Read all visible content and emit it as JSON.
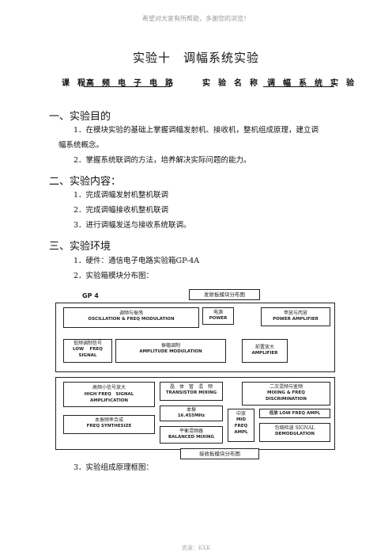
{
  "header": {
    "note": "希望对大家有所帮助，多谢您的浏览！"
  },
  "title": "实验十　调幅系统实验",
  "course_line": {
    "course_label": "课　程",
    "course_value": "高　频　电　子　电　路",
    "name_label": "实　验　名　称",
    "name_value": "调　幅　系　统　实　验"
  },
  "sections": {
    "purpose": {
      "heading": "一、实验目的",
      "items": [
        "1．在模块实验的基础上掌握调幅发射机、接收机，整机组成原理，建立调",
        "幅系统概念。",
        "2．掌握系统联调的方法，培养解决实际问题的能力。"
      ]
    },
    "content": {
      "heading": "二、实验内容：",
      "items": [
        "1．完成调幅发射机整机联调",
        "2．完成调幅接收机整机联调",
        "3．进行调幅发送与接收系统联调。"
      ]
    },
    "env": {
      "heading": "三、实验环境",
      "items": [
        "1．硬件：通信电子电路实验箱GP-4A",
        "2．实验箱模块分布图："
      ],
      "item3": "3．实验组成原理框图："
    }
  },
  "diagram": {
    "gp4_label": "GP 4",
    "tx_title": "发射板模块分布图",
    "rx_title": "接收板模块分布图",
    "tx": {
      "osc_cn": "调频与振荡",
      "osc_en": "OSCILLATION & FREQ MODULATION",
      "power_cn": "电源",
      "power_en": "POWER",
      "pa_cn": "甲放与丙放",
      "pa_en": "POWER AMPLIFIER",
      "lf_cn": "低频调制信号",
      "lf_en1": "LOW　 FREQ",
      "lf_en2": "SIGNAL",
      "am_cn": "振幅调制",
      "am_en": "AMPLITUDE MODULATION",
      "pre_cn": "前置放大",
      "pre_en": "AMPLIFIER"
    },
    "rx": {
      "hf_cn": "高频小信号放大",
      "hf_en1": "HIGH FREQ　SIGNAL",
      "hf_en2": "AMPLIFICATION",
      "tr_cn": "晶　体　管　混　频",
      "tr_en": "TRANSISTOR MIXING",
      "mix_cn": "二次混频与鉴频",
      "mix_en1": "MIXING & FREQ",
      "mix_en2": "DISCRIMINATION",
      "fs_cn": "本振频率合成",
      "fs_en": "FREQ SYNTHESIZE",
      "lo_cn": "本振",
      "lo_en": "16.455MHz",
      "if_cn": "中放",
      "if_en1": "MID",
      "if_en2": "FREQ",
      "if_en3": "AMPL",
      "lowamp": "低放 LOW FREQ AMPL",
      "env_cn": "包络检波 SIGNAL",
      "env_en": "DEMODULATION",
      "bal_cn": "平衡混频器",
      "bal_en": "BALANCED MIXING"
    }
  },
  "footer": {
    "note": "资源：KXK"
  }
}
